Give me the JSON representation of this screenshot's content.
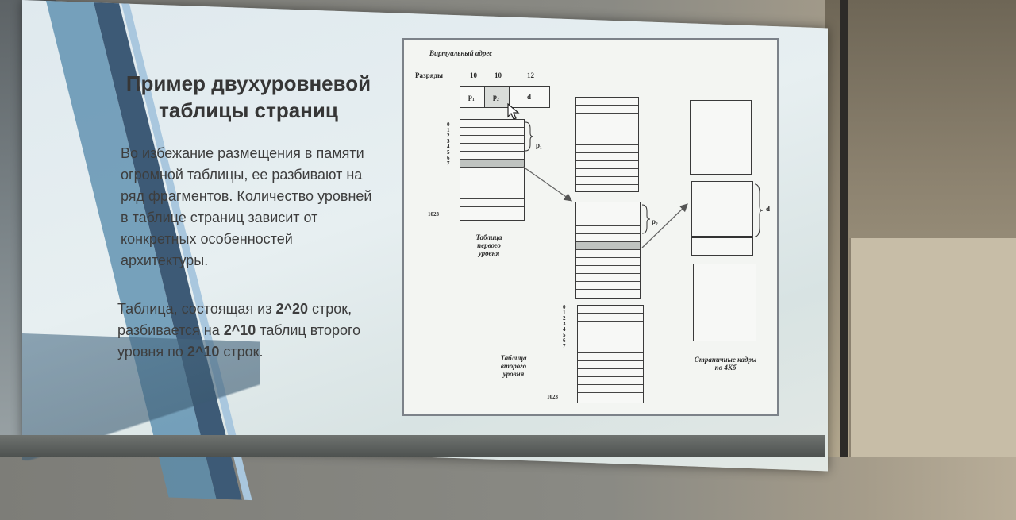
{
  "slide": {
    "title": "Пример двухуровневой таблицы страниц",
    "para1": "Во избежание размещения в памяти огромной таблицы, ее разбивают на ряд фрагментов. Количество уровней в таблице страниц зависит от конкретных особенностей архитектуры.",
    "para2_prefix": "Таблица, состоящая из ",
    "para2_bold1": "2^20",
    "para2_mid": " строк, разбивается на ",
    "para2_bold2": "2^10",
    "para2_mid2": " таблиц второго уровня по ",
    "para2_bold3": "2^10",
    "para2_suffix": " строк."
  },
  "figure": {
    "virtual_address_label": "Виртуальный адрес",
    "bits_label": "Разряды",
    "bits": [
      "10",
      "10",
      "12"
    ],
    "fields": [
      "p₁",
      "p₂",
      "d"
    ],
    "p1_brace": "p₁",
    "p2_brace": "p₂",
    "d_brace": "d",
    "first_level_indices": [
      "0",
      "1",
      "2",
      "3",
      "4",
      "5",
      "6",
      "7"
    ],
    "last_index_first": "1023",
    "second_level_indices": [
      "0",
      "1",
      "2",
      "3",
      "4",
      "5",
      "6",
      "7"
    ],
    "last_index_second": "1023",
    "first_level_caption": "Таблица первого уровня",
    "second_level_caption": "Таблица второго уровня",
    "frames_caption": "Страничные кадры по 4Кб"
  },
  "colors": {
    "screen": "#e4edef",
    "text": "#3d3d3d",
    "band_dark": "#3d5a76"
  }
}
